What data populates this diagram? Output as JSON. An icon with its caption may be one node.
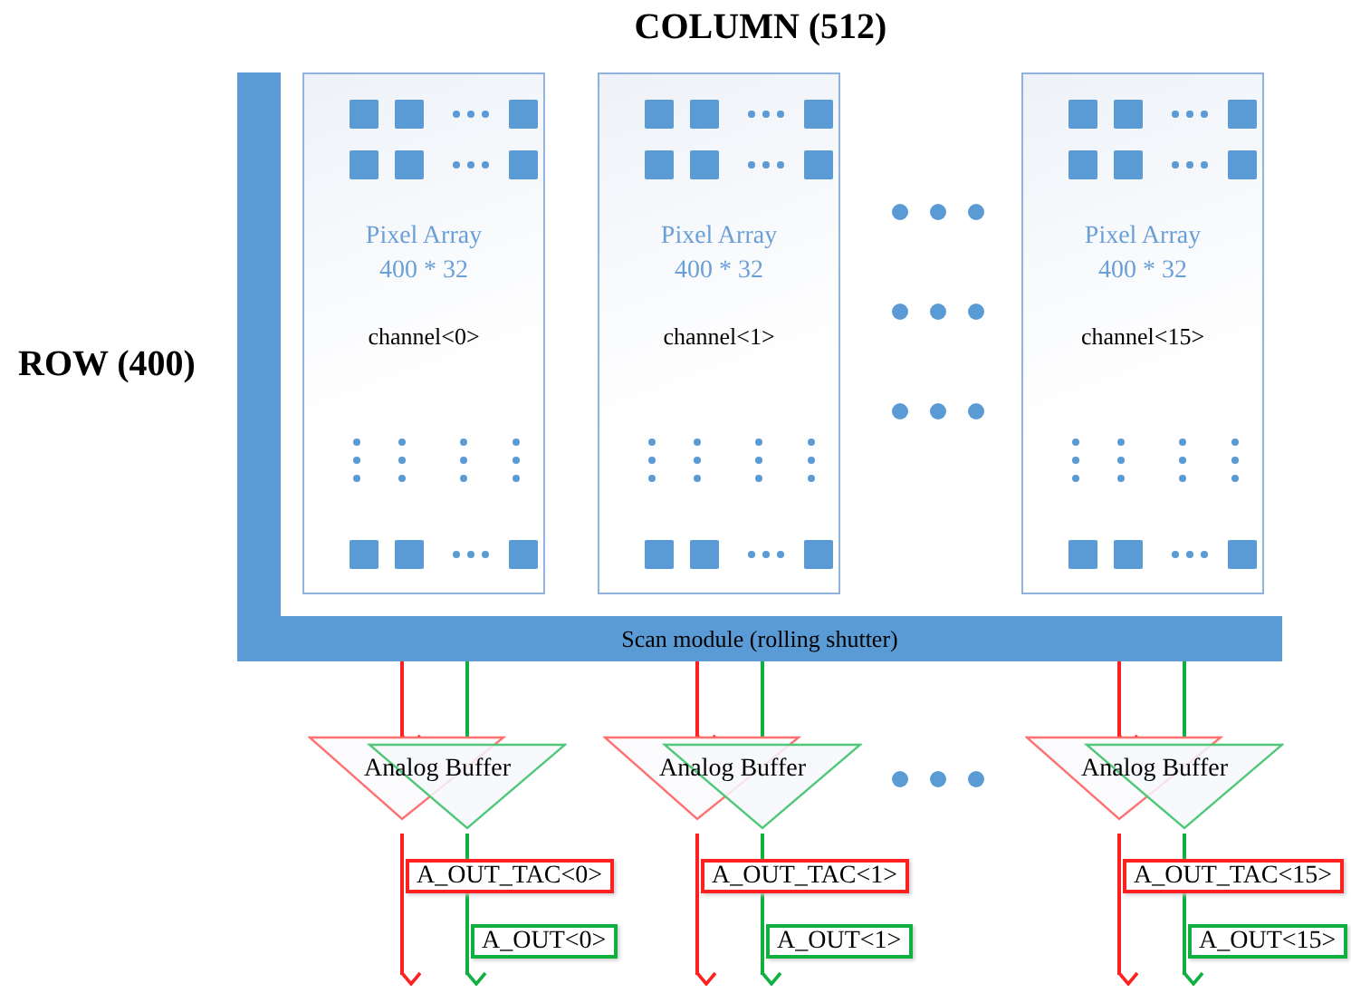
{
  "diagram": {
    "title": "COLUMN (512)",
    "nodes": [
      {
        "text": [
          "Pixel Array 400 * 32",
          "channel<0>"
        ]
      },
      {
        "text": [
          "Pixel Array 400 * 32",
          "channel<1>"
        ]
      },
      {
        "text": [
          "Pixel Array 400 * 32",
          "channel<15>"
        ]
      },
      {
        "text": [
          "Scan module (rolling shutter)"
        ]
      },
      {
        "text": [
          "Analog Buffer"
        ]
      },
      {
        "text": [
          "Analog Buffer"
        ]
      },
      {
        "text": [
          "Analog Buffer"
        ]
      }
    ],
    "edges": [
      {
        "from": 3,
        "to": 4,
        "arrow": "to",
        "color": "#ff2020"
      },
      {
        "from": 3,
        "to": 4,
        "arrow": "to",
        "color": "#10b040"
      },
      {
        "from": 4,
        "to": null,
        "arrow": "to",
        "color": "#ff2020",
        "label": "A_OUT_TAC<0>"
      },
      {
        "from": 4,
        "to": null,
        "arrow": "to",
        "color": "#10b040",
        "label": "A_OUT<0>"
      },
      {
        "from": 3,
        "to": 5,
        "arrow": "to",
        "color": "#ff2020"
      },
      {
        "from": 3,
        "to": 5,
        "arrow": "to",
        "color": "#10b040"
      },
      {
        "from": 5,
        "to": null,
        "arrow": "to",
        "color": "#ff2020",
        "label": "A_OUT_TAC<1>"
      },
      {
        "from": 5,
        "to": null,
        "arrow": "to",
        "color": "#10b040",
        "label": "A_OUT<1>"
      },
      {
        "from": 3,
        "to": 6,
        "arrow": "to",
        "color": "#ff2020"
      },
      {
        "from": 3,
        "to": 6,
        "arrow": "to",
        "color": "#10b040"
      },
      {
        "from": 6,
        "to": null,
        "arrow": "to",
        "color": "#ff2020",
        "label": "A_OUT_TAC<15>"
      },
      {
        "from": 6,
        "to": null,
        "arrow": "to",
        "color": "#10b040",
        "label": "A_OUT<15>"
      }
    ],
    "labels": [
      "ROW (400)"
    ]
  }
}
